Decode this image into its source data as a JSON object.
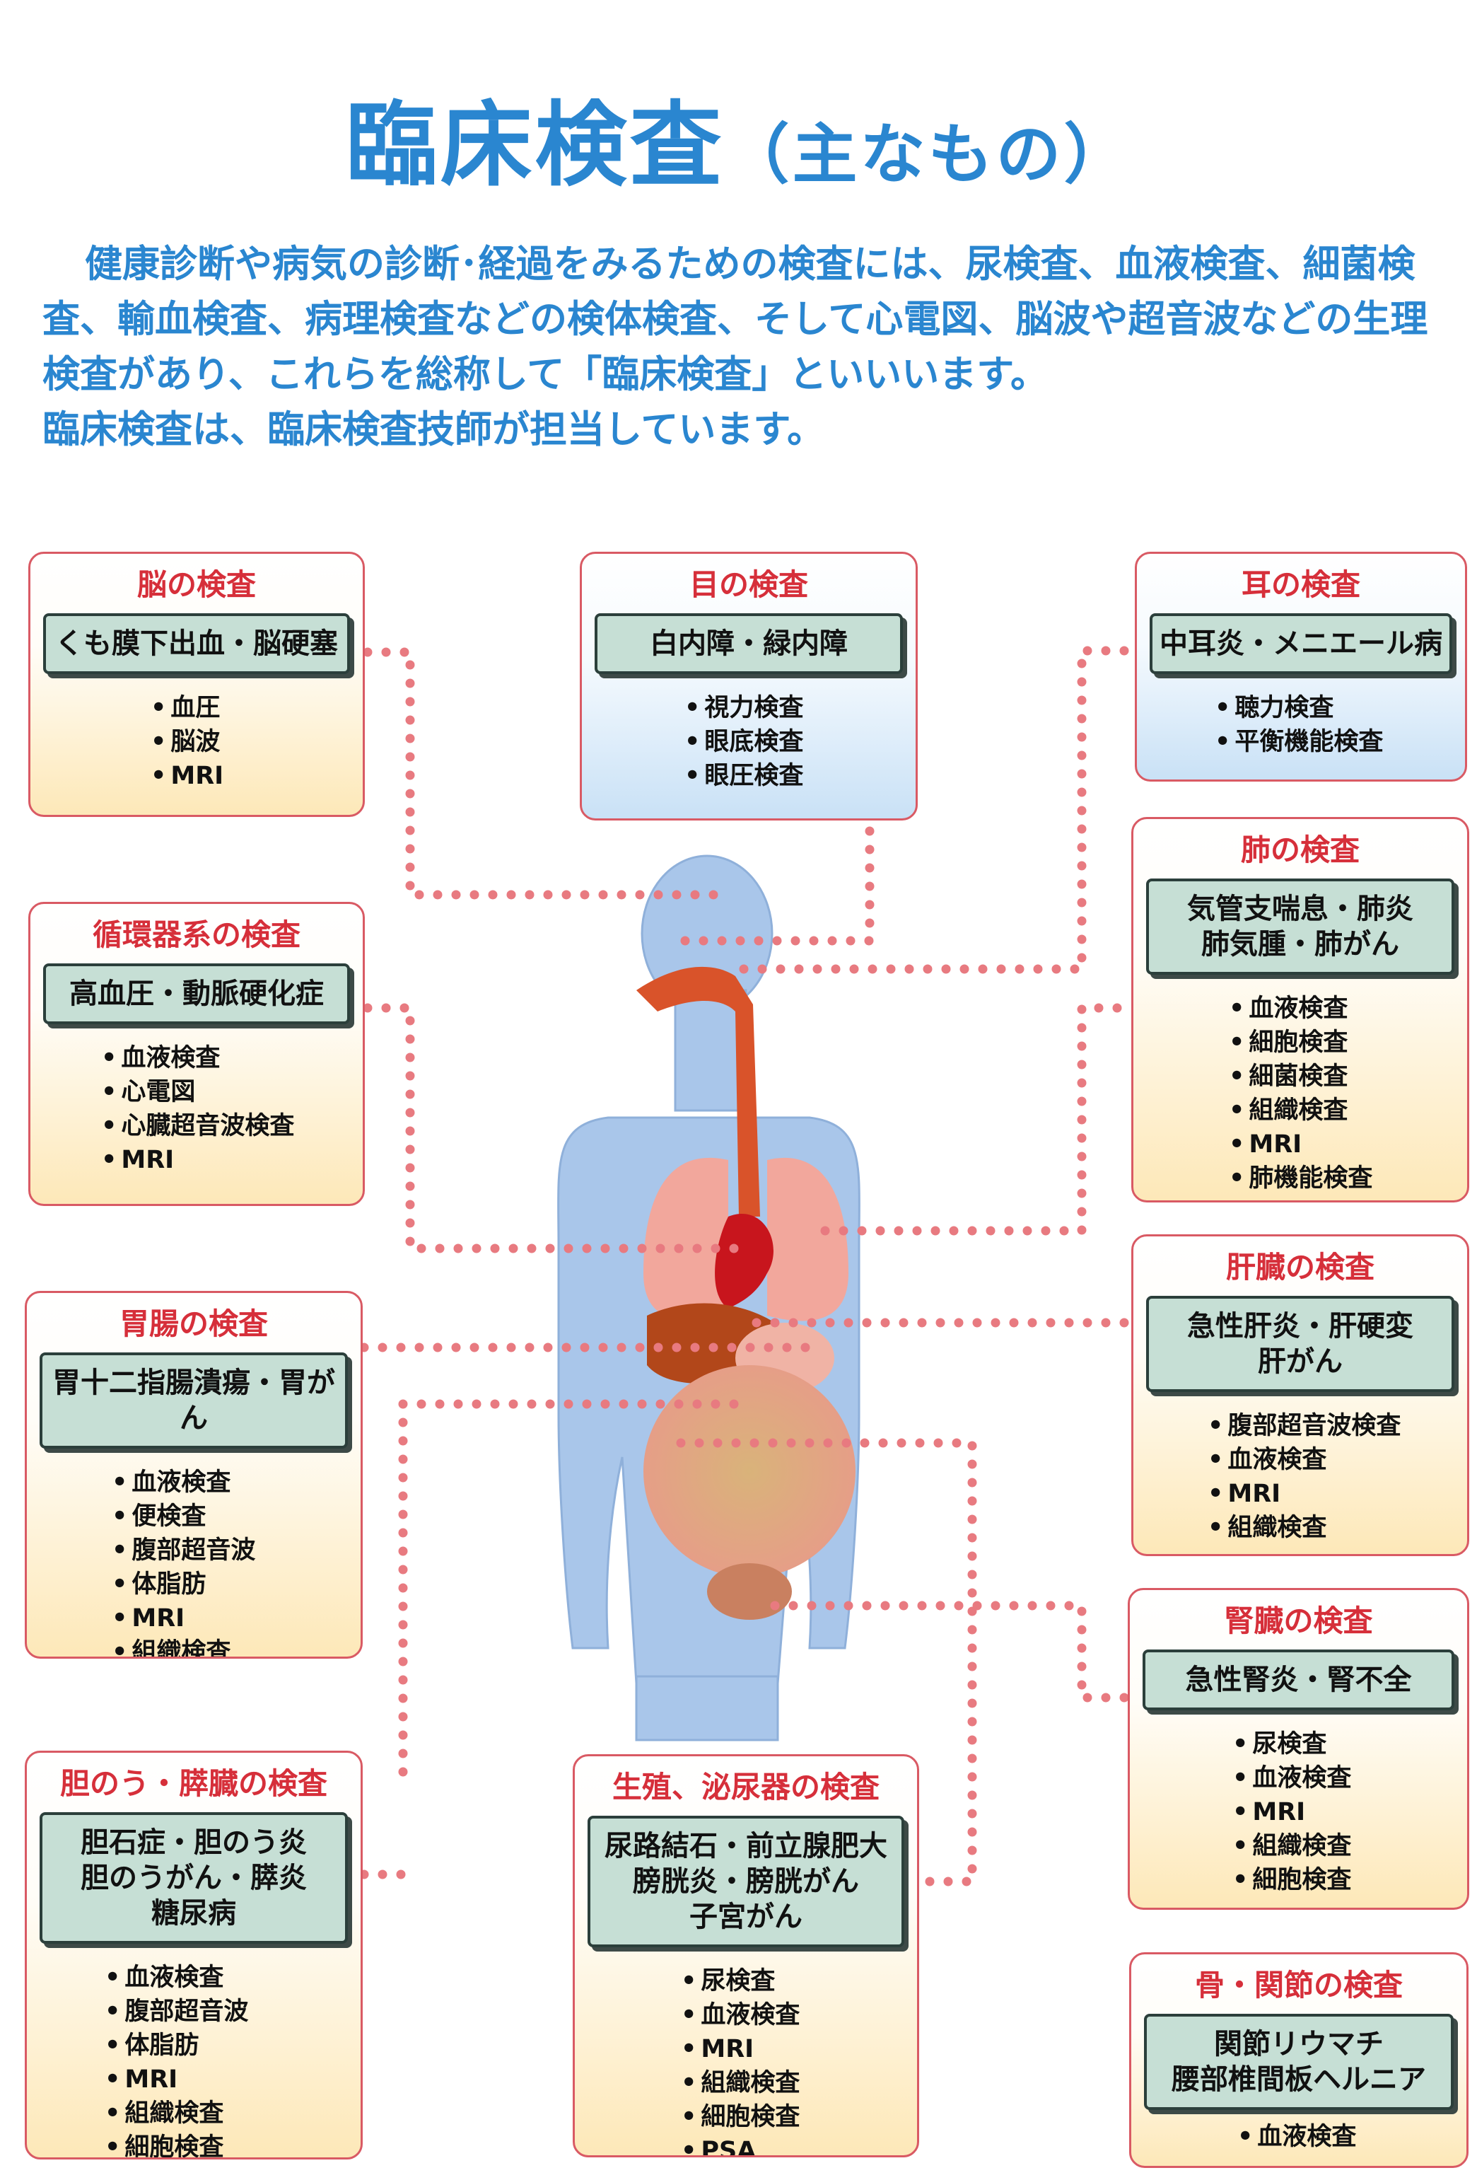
{
  "title": {
    "main": "臨床検査",
    "sub": "（主なもの）"
  },
  "intro": [
    "健康診断や病気の診断･経過をみるための検査には、尿検査、血液検査、細菌検査、輸血検査、病理検査などの検体検査、そして心電図、脳波や超音波などの生理検査があり、これらを総称して「臨床検査」といいいます。",
    "臨床検査は、臨床検査技師が担当しています。"
  ],
  "boxes": {
    "brain": {
      "title": "脳の検査",
      "disease": [
        "くも膜下出血・脳硬塞"
      ],
      "tests": [
        "血圧",
        "脳波",
        "MRI"
      ]
    },
    "eye": {
      "title": "目の検査",
      "disease": [
        "白内障・緑内障"
      ],
      "tests": [
        "視力検査",
        "眼底検査",
        "眼圧検査"
      ]
    },
    "ear": {
      "title": "耳の検査",
      "disease": [
        "中耳炎・メニエール病"
      ],
      "tests": [
        "聴力検査",
        "平衡機能検査"
      ]
    },
    "circ": {
      "title": "循環器系の検査",
      "disease": [
        "高血圧・動脈硬化症"
      ],
      "tests": [
        "血液検査",
        "心電図",
        "心臓超音波検査",
        "MRI"
      ]
    },
    "lung": {
      "title": "肺の検査",
      "disease": [
        "気管支喘息・肺炎",
        "肺気腫・肺がん"
      ],
      "tests": [
        "血液検査",
        "細胞検査",
        "細菌検査",
        "組織検査",
        "MRI",
        "肺機能検査"
      ]
    },
    "stomach": {
      "title": "胃腸の検査",
      "disease": [
        "胃十二指腸潰瘍・胃がん"
      ],
      "tests": [
        "血液検査",
        "便検査",
        "腹部超音波",
        "体脂肪",
        "MRI",
        "組織検査"
      ]
    },
    "liver": {
      "title": "肝臓の検査",
      "disease": [
        "急性肝炎・肝硬変",
        "肝がん"
      ],
      "tests": [
        "腹部超音波検査",
        "血液検査",
        "MRI",
        "組織検査"
      ]
    },
    "kidney": {
      "title": "腎臓の検査",
      "disease": [
        "急性腎炎・腎不全"
      ],
      "tests": [
        "尿検査",
        "血液検査",
        "MRI",
        "組織検査",
        "細胞検査"
      ]
    },
    "gall": {
      "title": "胆のう・膵臓の検査",
      "disease": [
        "胆石症・胆のう炎",
        "胆のうがん・膵炎",
        "糖尿病"
      ],
      "tests": [
        "血液検査",
        "腹部超音波",
        "体脂肪",
        "MRI",
        "組織検査",
        "細胞検査"
      ]
    },
    "uro": {
      "title": "生殖、泌尿器の検査",
      "disease": [
        "尿路結石・前立腺肥大",
        "膀胱炎・膀胱がん",
        "子宮がん"
      ],
      "tests": [
        "尿検査",
        "血液検査",
        "MRI",
        "組織検査",
        "細胞検査",
        "PSA"
      ]
    },
    "bone": {
      "title": "骨・関節の検査",
      "disease": [
        "関節リウマチ",
        "腰部椎間板ヘルニア"
      ],
      "tests": [
        "血液検査"
      ]
    }
  },
  "colors": {
    "title_blue": "#2a86d0",
    "heading_red": "#d62f3a",
    "border_red": "#d95a64",
    "dot_pink": "#e87a80",
    "disease_green": "#c6dfd5",
    "body_blue": "#a9c6ea"
  },
  "figure": {
    "icon": "human-anatomy-icon"
  }
}
